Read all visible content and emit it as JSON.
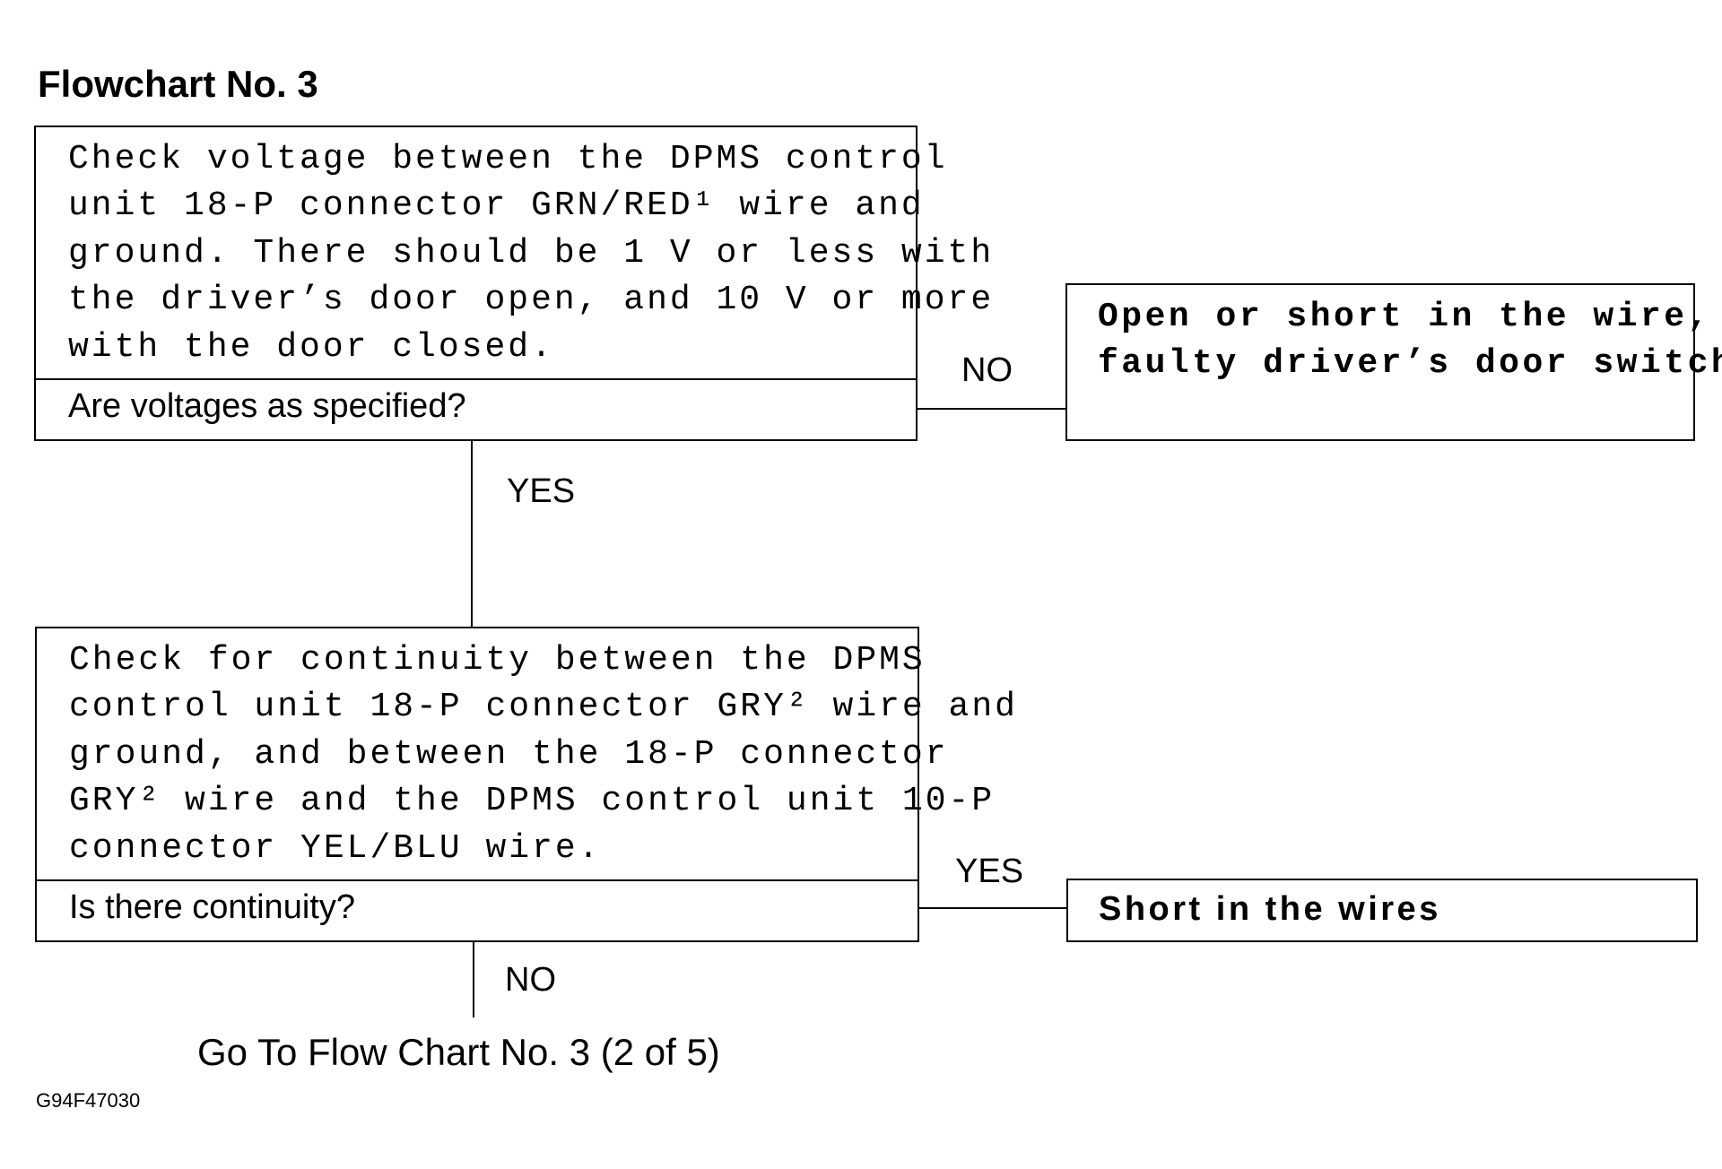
{
  "title": "Flowchart No. 3",
  "step1": {
    "instruction": "Check voltage between the DPMS control\nunit 18-P connector GRN/RED¹ wire and\nground. There should be 1 V or less with\nthe driver’s door open, and 10 V or more\nwith the door closed.",
    "question": "Are voltages as specified?",
    "no_label": "NO",
    "yes_label": "YES",
    "no_result": "Open or short in the wire, or\nfaulty driver’s door switch"
  },
  "step2": {
    "instruction": "Check for continuity between the DPMS\ncontrol unit 18-P connector GRY² wire and\nground, and between the 18-P connector\nGRY² wire and the DPMS control unit 10-P\nconnector YEL/BLU wire.",
    "question": "Is there continuity?",
    "yes_label": "YES",
    "yes_result": "Short in the wires",
    "no_label": "NO"
  },
  "goto_text": "Go To Flow Chart No. 3 (2 of 5)",
  "figure_code": "G94F47030"
}
